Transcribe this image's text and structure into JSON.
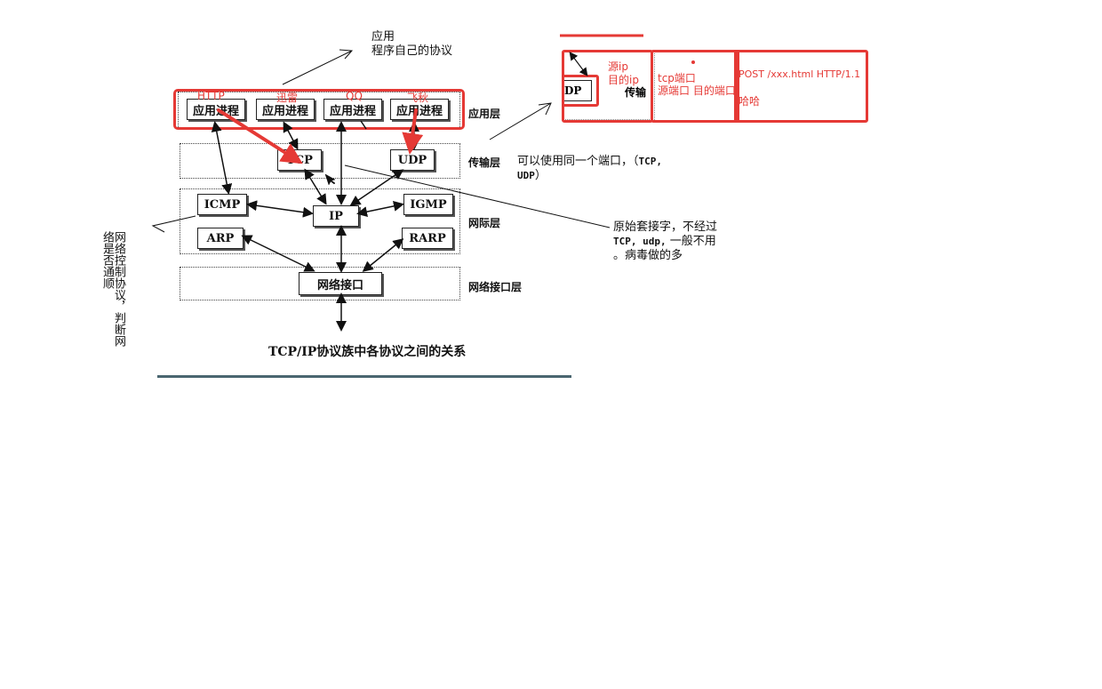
{
  "diagram": {
    "apps": [
      "应用进程",
      "应用进程",
      "应用进程",
      "应用进程"
    ],
    "app_annotations": [
      "HTTP",
      "迅雷",
      "QQ",
      "飞秋"
    ],
    "transport": {
      "left": "TCP",
      "right": "UDP"
    },
    "network": {
      "icmp": "ICMP",
      "ip": "IP",
      "igmp": "IGMP",
      "arp": "ARP",
      "rarp": "RARP"
    },
    "link": "网络接口",
    "layers": [
      "应用层",
      "传输层",
      "网际层",
      "网络接口层"
    ],
    "caption": "TCP/IP协议族中各协议之间的关系"
  },
  "annotations": {
    "app_note_line1": "应用",
    "app_note_line2": "程序自己的协议",
    "port_note_main": "可以使用同一个端口，（",
    "port_note_mono1": "TCP,",
    "port_note_mono2": "UDP",
    "port_note_end": "）",
    "raw_line1": "原始套接字，不经过",
    "raw_mono": "TCP, udp,",
    "raw_line2_rest": " 一般不用",
    "raw_line3": "。病毒做的多",
    "icmp_note": "网络控制协议，判断网络是否通顺"
  },
  "packet": {
    "ip_src": "源ip",
    "ip_dst": "目的ip",
    "dp_fragment": "DP",
    "transport_fragment": "传输",
    "tcp_port": "tcp端口",
    "ports": "源端口 目的端口",
    "payload": "POST /xxx.html HTTP/1.1",
    "payload2": "哈哈"
  },
  "colors": {
    "accent": "#e53935",
    "caption_rule": "#4a6670"
  }
}
